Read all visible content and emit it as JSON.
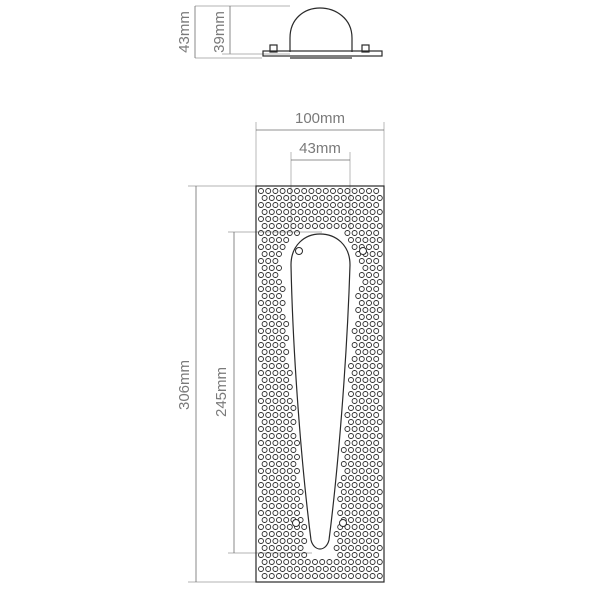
{
  "side_view": {
    "height_total": "43mm",
    "height_dome": "39mm"
  },
  "front_view": {
    "width_total": "100mm",
    "width_inner": "43mm",
    "height_total": "306mm",
    "height_inner": "245mm"
  }
}
